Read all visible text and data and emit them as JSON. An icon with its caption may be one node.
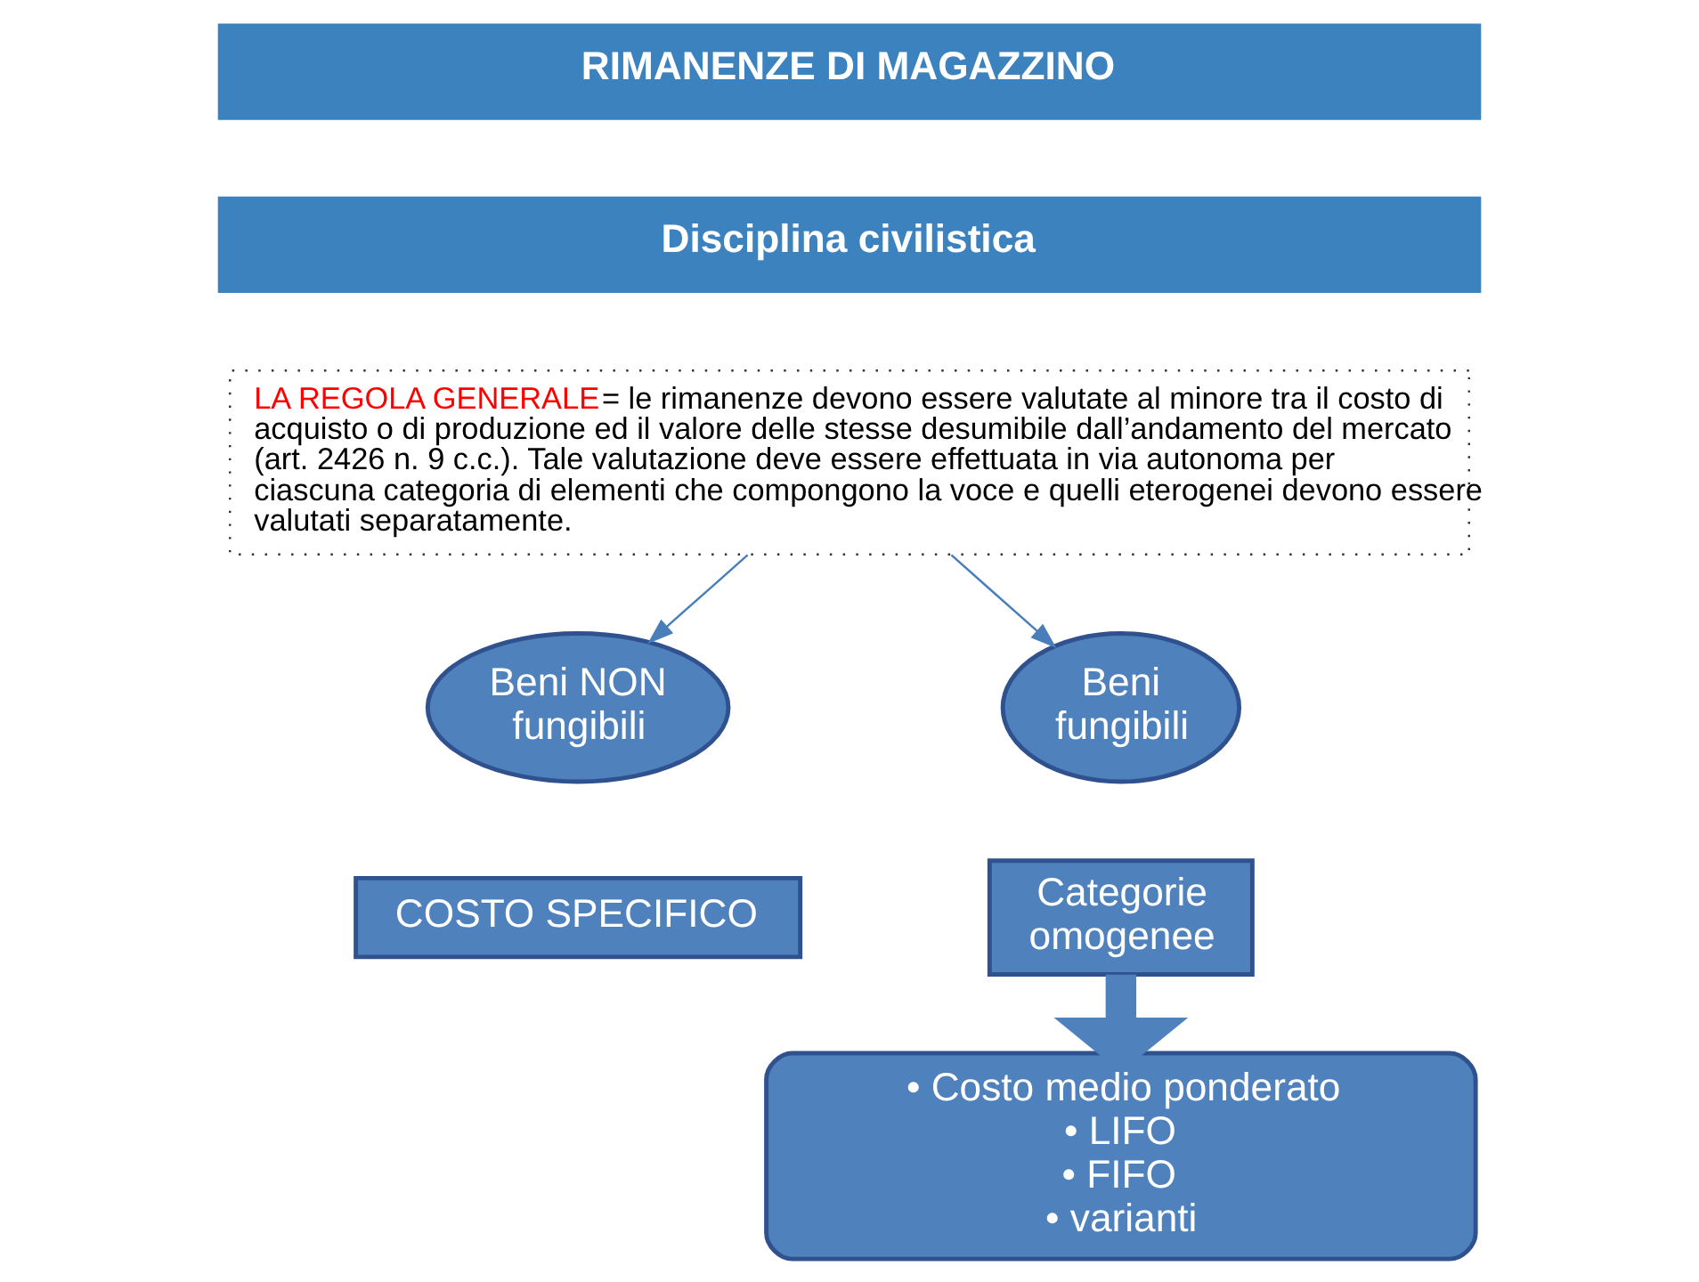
{
  "diagram": {
    "nodes": [
      {
        "text": [
          "RIMANENZE DI MAGAZZINO"
        ]
      },
      {
        "text": [
          "Disciplina civilistica"
        ]
      },
      {
        "text": [
          "LA REGOLA GENERALE",
          "= le rimanenze devono essere valutate al minore tra il costo di acquisto o di produzione ed il valore delle stesse desumibile dall’andamento del mercato (art. 2426 n. 9 c.c.). Tale valutazione deve essere effettuata in via autonoma per ciascuna categoria di elementi che compongono la voce e quelli eterogenei devono essere valutati separatamente."
        ]
      },
      {
        "text": [
          "Beni NON fungibili"
        ]
      },
      {
        "text": [
          "Beni fungibili"
        ]
      },
      {
        "text": [
          "COSTO SPECIFICO"
        ]
      },
      {
        "text": [
          "Categorie omogenee"
        ]
      },
      {
        "text": [
          "• Costo medio ponderato",
          "• LIFO",
          "• FIFO",
          "• varianti"
        ]
      }
    ],
    "edges": [
      {
        "from": 2,
        "to": 3,
        "arrow": "to"
      },
      {
        "from": 2,
        "to": 4,
        "arrow": "to"
      },
      {
        "from": 6,
        "to": 7,
        "arrow": "to",
        "style": "thick"
      }
    ]
  }
}
